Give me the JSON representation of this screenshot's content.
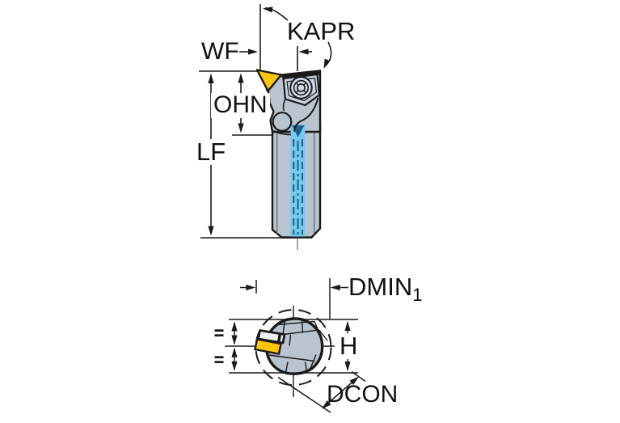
{
  "diagram": {
    "labels": {
      "kapr": "KAPR",
      "wf": "WF",
      "ohn": "OHN",
      "lf": "LF",
      "dmin": "DMIN",
      "dmin_sub": "1",
      "h": "H",
      "dcon": "DCON"
    },
    "colors": {
      "outline": "#1A1A1A",
      "body_gray": "#B9C4CF",
      "body_gray_light": "#C9D3DD",
      "screw_gray": "#D2DBE3",
      "clamp_light": "#EDF1F5",
      "insert_yellow": "#FFC608",
      "coolant_blue": "#74C9EC",
      "coolant_blue_dark": "#1B5F8C",
      "centerline_gray": "#8A939B"
    }
  }
}
